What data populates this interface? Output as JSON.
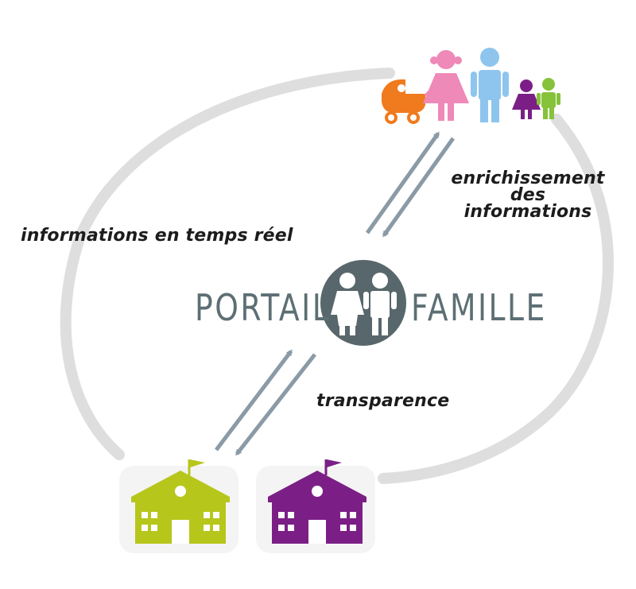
{
  "labels": {
    "realtime": "informations en temps réel",
    "enrichment_line1": "enrichissement",
    "enrichment_line2": "des",
    "enrichment_line3": "informations",
    "transparency": "transparence"
  },
  "logo": {
    "word_left": "PORTAIL",
    "word_right": "FAMILLE"
  },
  "colors": {
    "ring": "#dedede",
    "arrow": "#8a9aa6",
    "logo_circle": "#58676b",
    "logo_text": "#5d6f74",
    "school_left": "#b7c61b",
    "school_right": "#7b1f86",
    "family_pink": "#ef89b8",
    "family_blue": "#8dc5ee",
    "family_purple": "#7b1f86",
    "family_green": "#86c23a",
    "stroller_orange": "#f07a1e"
  },
  "icons": [
    "family-icon",
    "stroller-icon",
    "school-icon",
    "children-icon"
  ]
}
